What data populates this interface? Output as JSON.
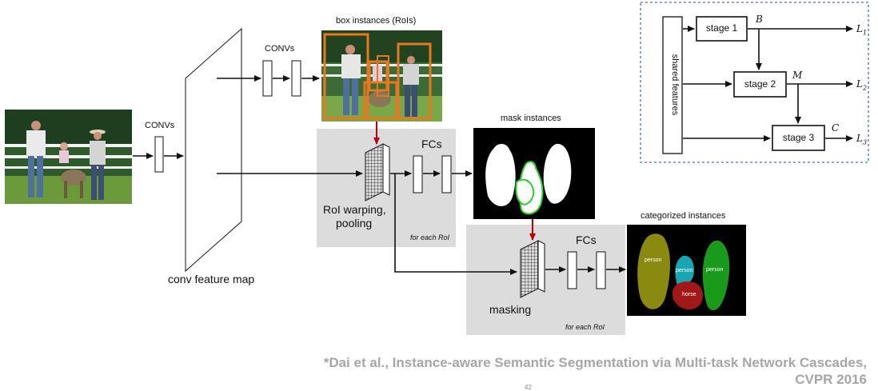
{
  "labels": {
    "convs_small": "CONVs",
    "convs_top": "CONVs",
    "box_instances": "box instances (RoIs)",
    "mask_instances": "mask instances",
    "categorized_instances": "categorized instances",
    "fcs_1": "FCs",
    "fcs_2": "FCs",
    "roi_warping_line1": "RoI warping,",
    "roi_warping_line2": "pooling",
    "for_each_roi_1": "for each RoI",
    "for_each_roi_2": "for each RoI",
    "masking": "masking",
    "conv_feature_map": "conv feature map"
  },
  "cascade": {
    "shared_features": "shared features",
    "stage1": "stage 1",
    "stage2": "stage 2",
    "stage3": "stage 3",
    "B": "B",
    "M": "M",
    "C": "C",
    "L1": "L",
    "L1_sub": "1",
    "L2": "L",
    "L2_sub": "2",
    "L3": "L",
    "L3_sub": "3"
  },
  "segment_labels": {
    "person_left": "person",
    "person_mid": "person",
    "person_right": "person",
    "horse": "horse"
  },
  "citation": {
    "line1": "*Dai et al., Instance-aware Semantic Segmentation via Multi-task Network Cascades,",
    "line2": "CVPR 2016"
  },
  "page_number": "42",
  "colors": {
    "grey_panel": "#dcdcdc",
    "red_arrow": "#c00000",
    "orange_box": "#e87722",
    "cascade_border": "#4472c4",
    "citation_text": "#a6a6a6",
    "seg_olive": "#8a8a10",
    "seg_cyan": "#1aa6b0",
    "seg_darkred": "#a01818",
    "seg_green": "#1a9a1a"
  }
}
